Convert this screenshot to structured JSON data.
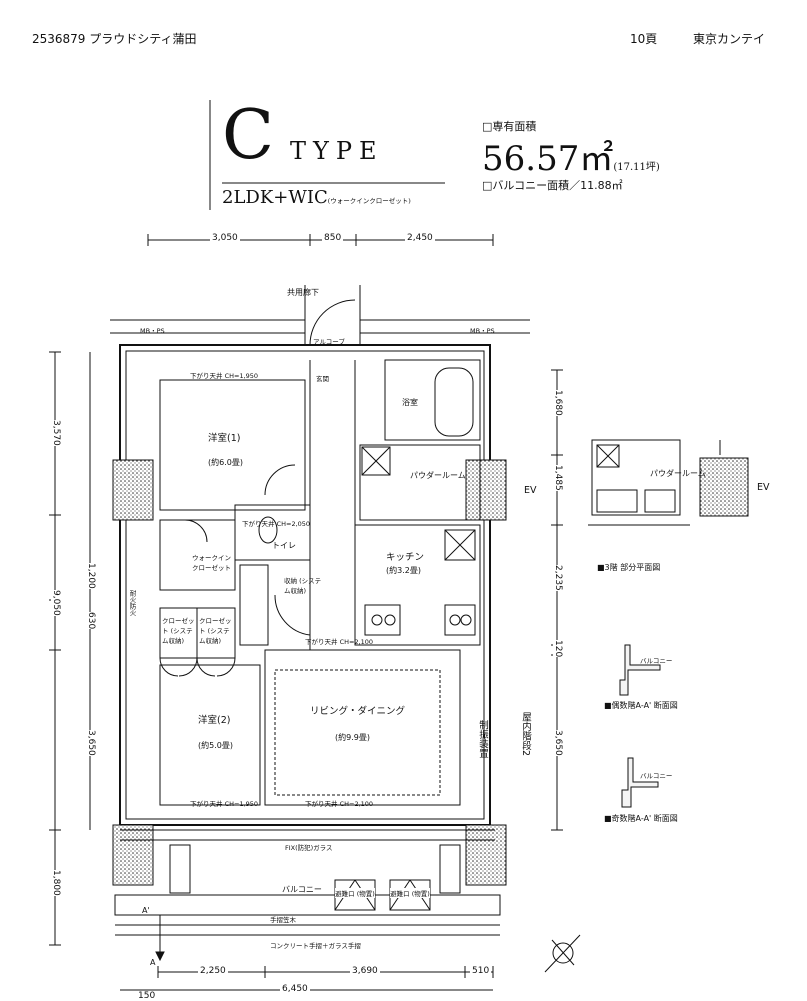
{
  "header": {
    "property_id": "2536879 プラウドシティ蒲田",
    "page": "10頁",
    "publisher": "東京カンテイ"
  },
  "title": {
    "type_letter": "C",
    "type_word": "TYPE",
    "layout": "2LDK+WIC",
    "layout_note": "(ウォークインクローゼット)"
  },
  "area": {
    "label": "□専有面積",
    "value": "56.57㎡",
    "tsubo": "(17.11坪)",
    "balcony": "□バルコニー面積／11.88㎡"
  },
  "dimensions": {
    "top": [
      "3,050",
      "850",
      "2,450"
    ],
    "bottom": [
      "2,250",
      "3,690",
      "510"
    ],
    "bottom_total": "6,450",
    "bottom_small": "150",
    "left": [
      "3,570",
      "9,050",
      "1,200",
      "630",
      "3,650",
      "1,800"
    ],
    "right": [
      "1,680",
      "1,485",
      "2,235",
      "120",
      "3,650"
    ]
  },
  "rooms": {
    "corridor": "共用廊下",
    "alcove": "アルコーブ",
    "entrance": "玄関",
    "bath": "浴室",
    "bedroom1": "洋室(1)",
    "bedroom1_size": "(約6.0畳)",
    "bedroom2": "洋室(2)",
    "bedroom2_size": "(約5.0畳)",
    "powder": "パウダールーム",
    "toilet": "トイレ",
    "walkin": "ウォークイン クローゼット",
    "kitchen": "キッチン",
    "kitchen_size": "(約3.2畳)",
    "living": "リビング・ダイニング",
    "living_size": "(約9.9畳)",
    "balcony": "バルコニー",
    "closet1": "クローゼット (システム収納)",
    "closet2": "クローゼット (システム収納)",
    "storage": "収納 (システム収納)",
    "mbps_left": "MB・PS",
    "mbps_right": "MB・PS",
    "ev": "EV",
    "ev2": "EV",
    "stair": "屋内階段2",
    "emergency": "避難口 (物置)",
    "emergency2": "避難口 (物置)",
    "fix_glass": "FIX(防犯)ガラス",
    "handrail": "手摺笠木",
    "concrete": "コンクリート手摺＋ガラス手摺",
    "fireproof": "耐火防火",
    "shaft": "制振装置",
    "a_mark": "A",
    "a_mark2": "A'"
  },
  "legend": {
    "partial_plan": "■3階 部分平面図",
    "even_section": "■偶数階A-A' 断面図",
    "odd_section": "■奇数階A-A' 断面図",
    "balcony_small": "バルコニー",
    "balcony_small2": "バルコニー",
    "powder_small": "パウダールーム",
    "ev_small": "EV"
  },
  "ceiling_notes": [
    "下がり天井 CH=1,950",
    "下がり天井 CH=1,950",
    "下がり天井 CH=2,100",
    "下がり天井 CH=2,100",
    "下がり天井 CH=2,050"
  ]
}
